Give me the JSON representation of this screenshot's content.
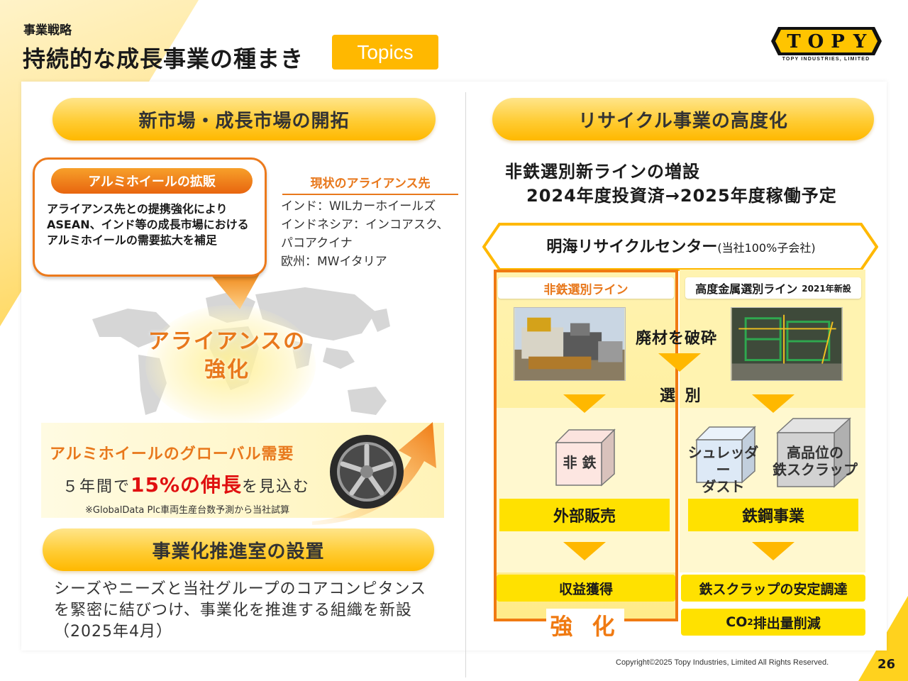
{
  "header": {
    "subject": "事業戦略",
    "title": "持続的な成長事業の種まき",
    "badge": "Topics"
  },
  "logo": {
    "letters": [
      "T",
      "O",
      "P",
      "Y"
    ],
    "tagline": "TOPY INDUSTRIES, LIMITED"
  },
  "left": {
    "section1_title": "新市場・成長市場の開拓",
    "callout": {
      "heading": "アルミホイールの拡販",
      "body": "アライアンス先との提携強化によりASEAN、インド等の成長市場におけるアルミホイールの需要拡大を補足"
    },
    "alliance": {
      "heading": "現状のアライアンス先",
      "items": [
        "インド：WILカーホイールズ",
        "インドネシア：インコアスク、",
        "パコアクイナ",
        "欧州：MWイタリア"
      ]
    },
    "map_label_line1": "アライアンスの",
    "map_label_line2": "強化",
    "demand": {
      "heading": "アルミホイールのグローバル需要",
      "prefix": "５年間で",
      "highlight": "15%の伸長",
      "suffix": "を見込む",
      "note": "※GlobalData Plc車両生産台数予測から当社試算"
    },
    "section2_title": "事業化推進室の設置",
    "section2_body": "シーズやニーズと当社グループのコアコンピタンスを緊密に結びつけ、事業化を推進する組織を新設（2025年4月）"
  },
  "right": {
    "section_title": "リサイクル事業の高度化",
    "headline": "非鉄選別新ラインの増設",
    "subline": "2024年度投資済→2025年度稼働予定",
    "center": {
      "name": "明海リサイクルセンター",
      "note": "(当社100%子会社)"
    },
    "line_nonferrous": "非鉄選別ライン",
    "line_metal": "高度金属選別ライン",
    "line_metal_year": "2021年新設",
    "crush": "廃材を破砕",
    "select": "選 別",
    "cube_nonferrous": "非 鉄",
    "cube_dust_line1": "シュレッダー",
    "cube_dust_line2": "ダスト",
    "cube_scrap_line1": "高品位の",
    "cube_scrap_line2": "鉄スクラップ",
    "external_sales": "外部販売",
    "steel_business": "鉄鋼事業",
    "profit": "収益獲得",
    "scrap_supply": "鉄スクラップの安定調達",
    "co2_prefix": "CO",
    "co2_sub": "2",
    "co2_suffix": "排出量削減",
    "strengthen": "強 化"
  },
  "footer": {
    "copyright": "Copyright©2025 Topy Industries, Limited All Rights Reserved.",
    "page": "26"
  },
  "colors": {
    "accent_orange": "#e8781c",
    "accent_yellow": "#ffb800",
    "highlight_red": "#e01010"
  }
}
